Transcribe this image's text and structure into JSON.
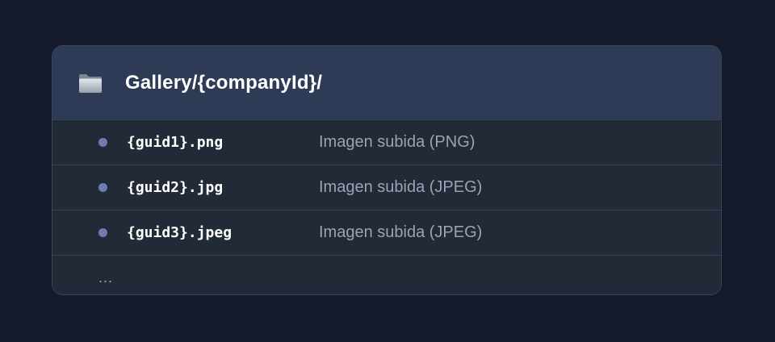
{
  "folder": {
    "icon": "folder-icon",
    "path": "Gallery/{companyId}/"
  },
  "files": [
    {
      "name": "{guid1}.png",
      "description": "Imagen subida (PNG)"
    },
    {
      "name": "{guid2}.jpg",
      "description": "Imagen subida (JPEG)"
    },
    {
      "name": "{guid3}.jpeg",
      "description": "Imagen subida (JPEG)"
    }
  ],
  "more": "...",
  "colors": {
    "background": "#141a29",
    "header": "#2e3b57",
    "body": "#222a37",
    "bullet": "#6b7db4"
  }
}
